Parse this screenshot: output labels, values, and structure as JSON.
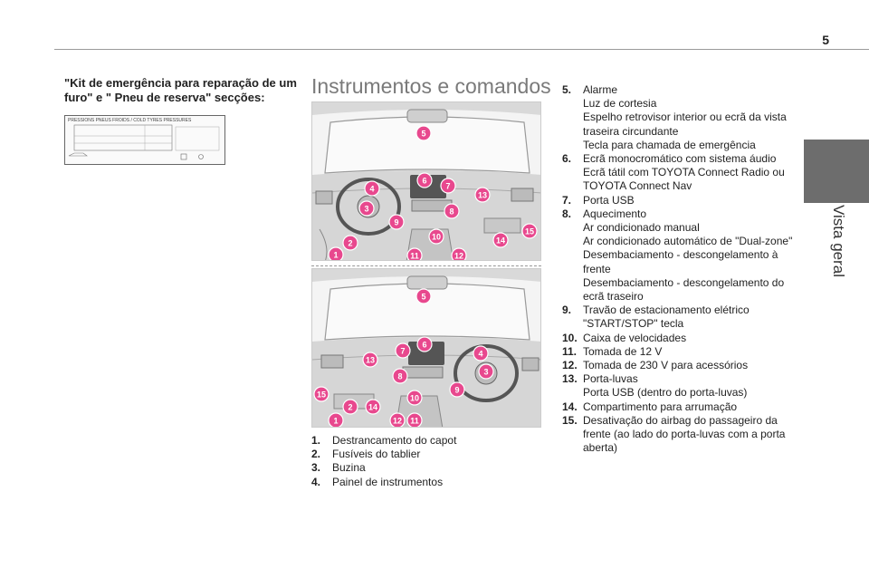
{
  "page_number": "5",
  "side_tab_label": "Vista geral",
  "intro": "\"Kit de emergência para reparação de um furo\" e \" Pneu de reserva\" secções:",
  "tyre_label": {
    "title": "PRESSIONS PNEUS FROIDS / COLD TYRES PRESSURES"
  },
  "section_title": "Instrumentos e comandos",
  "colors": {
    "callout": "#e8488e",
    "side_tab": "#6d6d6d"
  },
  "items_left": [
    {
      "num": "1.",
      "lines": [
        "Destrancamento do capot"
      ]
    },
    {
      "num": "2.",
      "lines": [
        "Fusíveis do tablier"
      ]
    },
    {
      "num": "3.",
      "lines": [
        "Buzina"
      ]
    },
    {
      "num": "4.",
      "lines": [
        "Painel de instrumentos"
      ]
    }
  ],
  "items_right": [
    {
      "num": "5.",
      "lines": [
        "Alarme",
        "Luz de cortesia",
        "Espelho retrovisor interior ou ecrã da vista traseira circundante",
        "Tecla para chamada de emergência"
      ]
    },
    {
      "num": "6.",
      "lines": [
        "Ecrã monocromático com sistema áudio",
        "Ecrã tátil com TOYOTA Connect Radio ou TOYOTA Connect Nav"
      ]
    },
    {
      "num": "7.",
      "lines": [
        "Porta USB"
      ]
    },
    {
      "num": "8.",
      "lines": [
        "Aquecimento",
        "Ar condicionado manual",
        "Ar condicionado automático de \"Dual-zone\"",
        "Desembaciamento - descongelamento à frente",
        "Desembaciamento - descongelamento do ecrã traseiro"
      ]
    },
    {
      "num": "9.",
      "lines": [
        "Travão de estacionamento elétrico",
        "\"START/STOP\" tecla"
      ]
    },
    {
      "num": "10.",
      "lines": [
        "Caixa de velocidades"
      ]
    },
    {
      "num": "11.",
      "lines": [
        "Tomada de 12 V"
      ]
    },
    {
      "num": "12.",
      "lines": [
        "Tomada de 230 V para acessórios"
      ]
    },
    {
      "num": "13.",
      "lines": [
        "Porta-luvas",
        "Porta USB (dentro do porta-luvas)"
      ]
    },
    {
      "num": "14.",
      "lines": [
        "Compartimento para arrumação"
      ]
    },
    {
      "num": "15.",
      "lines": [
        "Desativação do airbag do passageiro da frente (ao lado do porta-luvas com a porta aberta)"
      ]
    }
  ],
  "callouts_top": [
    "1",
    "2",
    "3",
    "4",
    "5",
    "6",
    "7",
    "8",
    "9",
    "10",
    "11",
    "12",
    "13",
    "14",
    "15"
  ],
  "callouts_bottom": [
    "1",
    "2",
    "3",
    "4",
    "5",
    "6",
    "7",
    "8",
    "9",
    "10",
    "11",
    "12",
    "13",
    "14",
    "15"
  ]
}
